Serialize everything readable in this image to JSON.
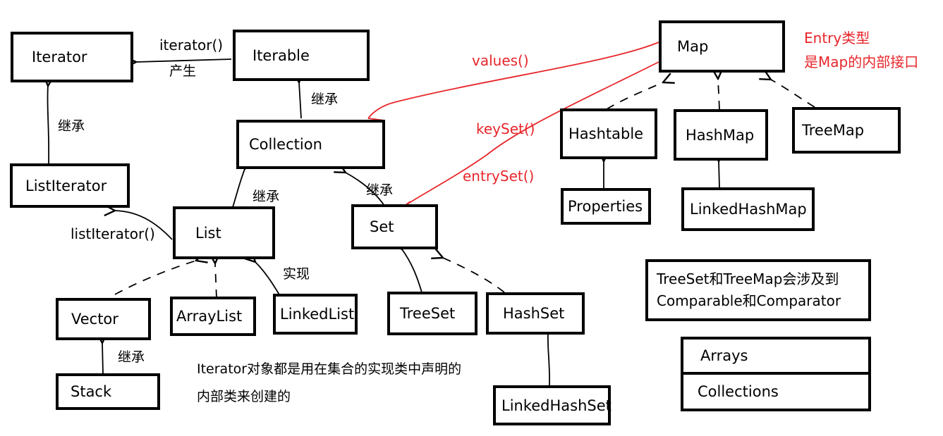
{
  "boxes": {
    "iterator": "Iterator",
    "iterable": "Iterable",
    "collection": "Collection",
    "list_iterator": "ListIterator",
    "list": "List",
    "set": "Set",
    "vector": "Vector",
    "array_list": "ArrayList",
    "linked_list": "LinkedList",
    "stack": "Stack",
    "tree_set": "TreeSet",
    "hash_set": "HashSet",
    "linked_hash_set": "LinkedHashSet",
    "map": "Map",
    "hashtable": "Hashtable",
    "hash_map": "HashMap",
    "tree_map": "TreeMap",
    "properties": "Properties",
    "linked_hash_map": "LinkedHashMap",
    "arrays": "Arrays",
    "collections": "Collections"
  },
  "labels": {
    "iterator_method": "iterator()",
    "produce": "产生",
    "inherit": "继承",
    "implement": "实现",
    "list_iterator_method": "listIterator()",
    "values_method": "values()",
    "key_set_method": "keySet()",
    "entry_set_method": "entrySet()"
  },
  "notes": {
    "entry_type_line1": "Entry类型",
    "entry_type_line2": "是Map的内部接口",
    "iterator_note_line1": "Iterator对象都是用在集合的实现类中声明的",
    "iterator_note_line2": "内部类来创建的",
    "compare_note_line1": "TreeSet和TreeMap会涉及到",
    "compare_note_line2": "Comparable和Comparator"
  },
  "colors": {
    "line": "#000000",
    "annotation": "#e8262b"
  }
}
